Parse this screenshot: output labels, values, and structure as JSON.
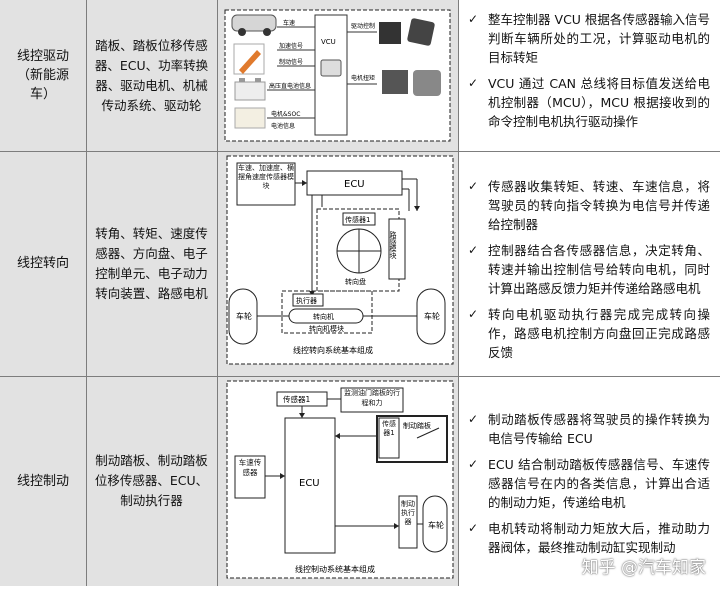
{
  "rows": [
    {
      "name": "线控驱动（新能源车）",
      "components": "踏板、踏板位移传感器、ECU、功率转换器、驱动电机、机械传动系统、驱动轮",
      "diagram": {
        "labels": {
          "speed": "车速",
          "accel": "加速信号",
          "brake": "制动信号",
          "hv": "高压直电池信息",
          "motor_soc": "电机&SOC",
          "battery": "电池信息",
          "vcu": "VCU",
          "drive_ctrl": "驱动控制",
          "motor_brake": "电机扭矩"
        }
      },
      "bullets": [
        "整车控制器 VCU 根据各传感器输入信号判断车辆所处的工况，计算驱动电机的目标转矩",
        "VCU 通过 CAN 总线将目标值发送给电机控制器（MCU），MCU 根据接收到的命令控制电机执行驱动操作"
      ]
    },
    {
      "name": "线控转向",
      "components": "转角、转矩、速度传感器、方向盘、电子控制单元、电子动力转向装置、路感电机",
      "diagram": {
        "labels": {
          "sensor_box": "车速、加速度、横摆角速度传感器模块",
          "ecu": "ECU",
          "sensor1": "传感器1",
          "wheel": "转向盘",
          "feel_module": "路感模块",
          "feel_module2": "路感电机",
          "actuator": "执行器",
          "steer_motor": "转向机",
          "steer_module": "转向机模块",
          "tire_left": "车轮",
          "tire_right": "车轮",
          "caption": "线控转向系统基本组成"
        }
      },
      "bullets": [
        "传感器收集转矩、转速、车速信息，将驾驶员的转向指令转换为电信号并传递给控制器",
        "控制器结合各传感器信息，决定转角、转速并输出控制信号给转向电机，同时计算出路感反馈力矩并传递给路感电机",
        "转向电机驱动执行器完成完成转向操作，路感电机控制方向盘回正完成路感反馈"
      ]
    },
    {
      "name": "线控制动",
      "components": "制动踏板、制动踏板位移传感器、ECU、制动执行器",
      "diagram": {
        "labels": {
          "sensor1": "传感器1",
          "monitor": "监测油门踏板的行程和力",
          "ecu": "ECU",
          "speed_sensor": "车速传感器",
          "pedal_sensor": "传感器1",
          "pedal": "制动踏板",
          "actuator": "制动执行器",
          "tire": "车轮",
          "caption": "线控制动系统基本组成"
        }
      },
      "bullets": [
        "制动踏板传感器将驾驶员的操作转换为电信号传输给 ECU",
        "ECU 结合制动踏板传感器信号、车速传感器信号在内的各类信息，计算出合适的制动力矩，传递给电机",
        "电机转动将制动力矩放大后，推动助力器阀体，最终推动制动缸实现制动"
      ]
    }
  ],
  "watermark": "知乎 @汽车知家",
  "colors": {
    "shade": "#e2e2e2",
    "border": "#7d7d7d"
  }
}
